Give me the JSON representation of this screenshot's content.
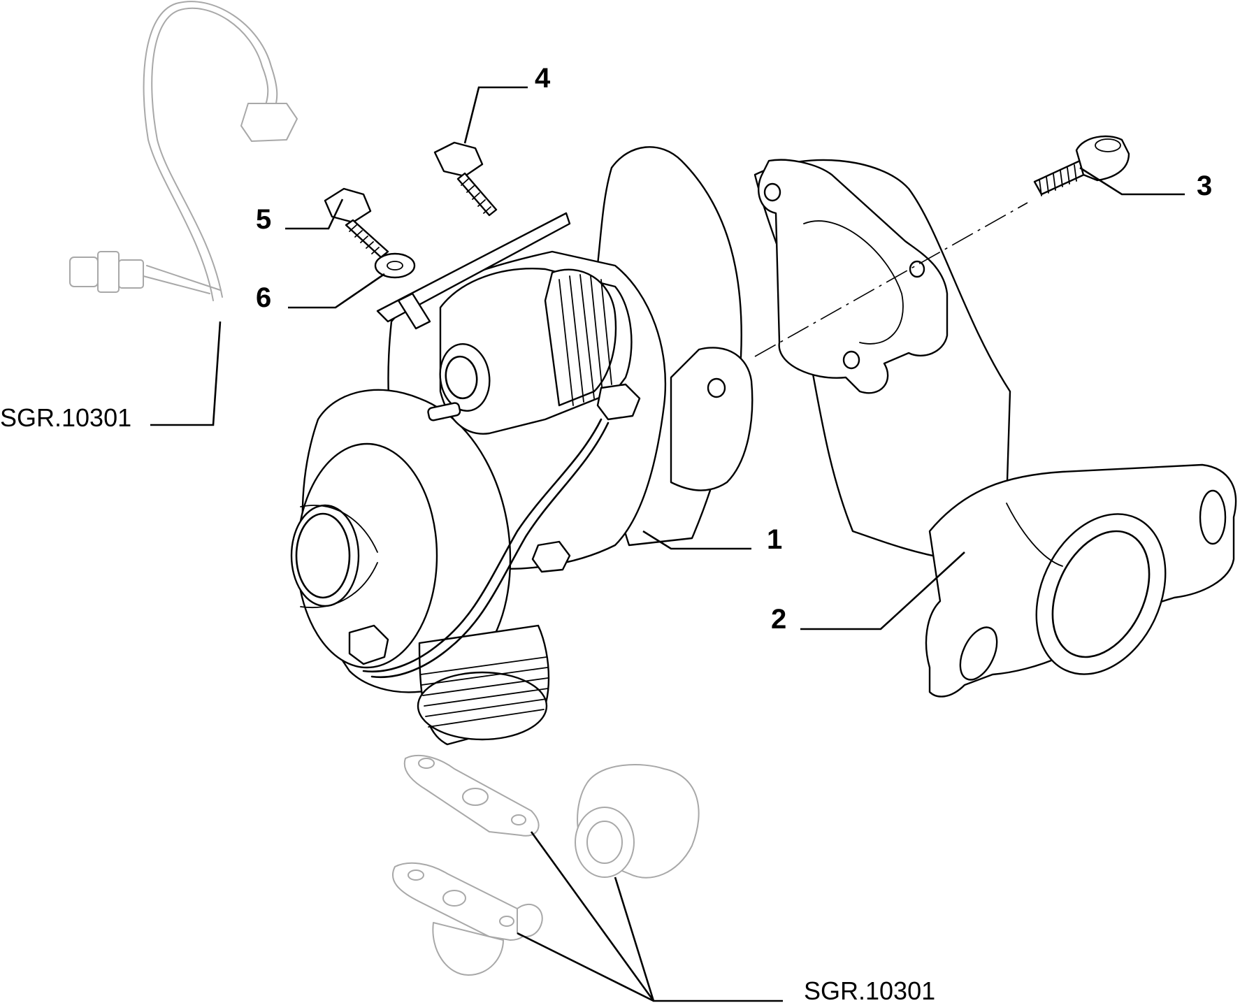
{
  "callouts": {
    "c1": "1",
    "c2": "2",
    "c3": "3",
    "c4": "4",
    "c5": "5",
    "c6": "6"
  },
  "references": {
    "oil_feed_pipe_ref": "SGR.10301",
    "gaskets_ref": "SGR.10301"
  },
  "colors": {
    "line": "#000000",
    "ghost_line": "#a8a8a8",
    "background": "#ffffff"
  }
}
